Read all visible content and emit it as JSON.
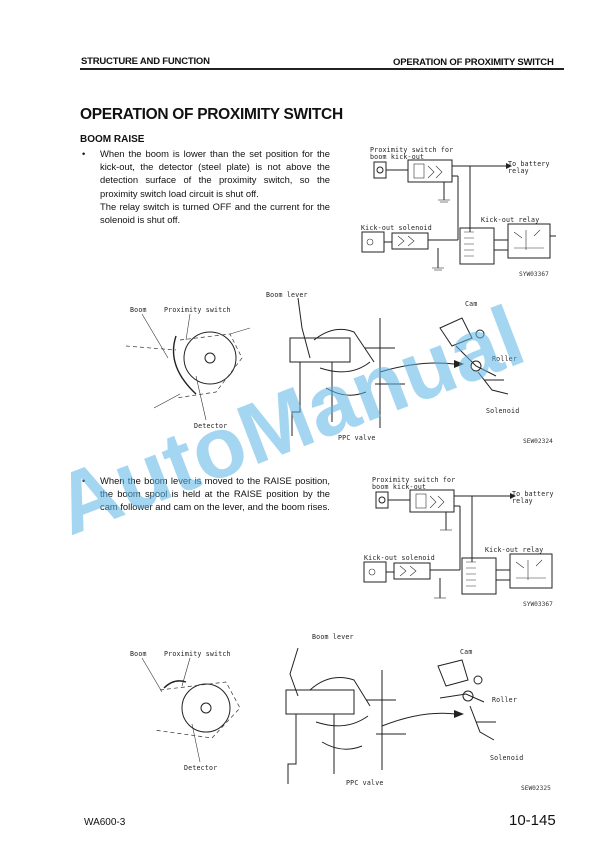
{
  "header": {
    "left": "STRUCTURE AND FUNCTION",
    "right": "OPERATION OF PROXIMITY SWITCH"
  },
  "page_title": "OPERATION OF PROXIMITY SWITCH",
  "section_title": "BOOM RAISE",
  "section1": {
    "bullet": "•",
    "text": "When the boom is lower than the set position for the kick-out, the detector (steel plate) is not above the detection surface of the proximity switch, so the proximity switch load circuit is shut off.",
    "text2": "The relay switch is turned OFF and the current for the solenoid is shut off."
  },
  "section2": {
    "bullet": "•",
    "text": "When the boom lever is moved to the RAISE position, the boom spool is held at the RAISE position by the cam follower and cam on the lever, and the boom rises."
  },
  "circuit_labels": {
    "proximity_switch": "Proximity switch for",
    "proximity_switch2": "boom kick-out",
    "to_battery": "To battery",
    "to_battery2": "relay",
    "kickout_solenoid": "Kick-out solenoid",
    "kickout_relay": "Kick-out relay",
    "code": "SYW03367"
  },
  "mech_labels": {
    "boom": "Boom",
    "proximity_switch": "Proximity switch",
    "detector": "Detector",
    "boom_lever": "Boom lever",
    "cam": "Cam",
    "roller": "Roller",
    "solenoid": "Solenoid",
    "ppc_valve": "PPC valve",
    "code1": "SEW02324",
    "code2": "SEW02325"
  },
  "watermark": "AutoManual",
  "footer": {
    "model": "WA600-3",
    "page": "10-145"
  },
  "colors": {
    "watermark": "#5ab4e6"
  }
}
